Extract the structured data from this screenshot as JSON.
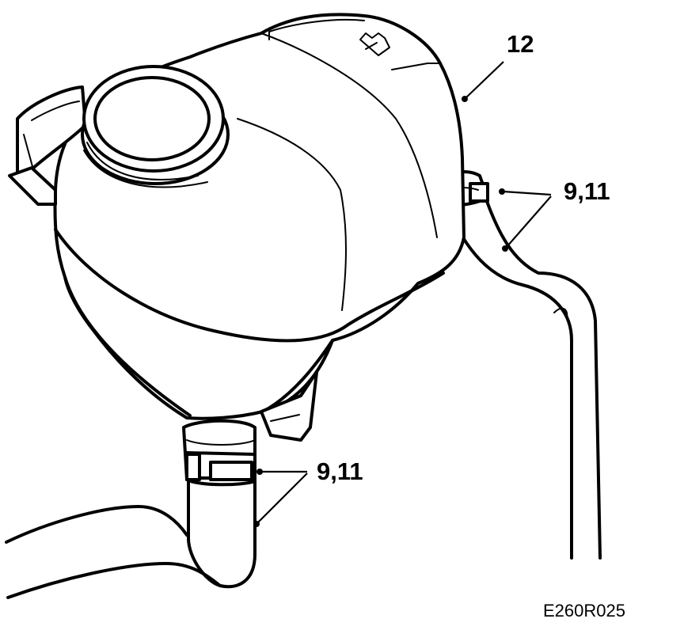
{
  "labels": {
    "part_tank": "12",
    "clamp_upper": "9,11",
    "clamp_lower": "9,11"
  },
  "figure_code": "E260R025",
  "colors": {
    "ink": "#000000",
    "background": "#ffffff"
  }
}
